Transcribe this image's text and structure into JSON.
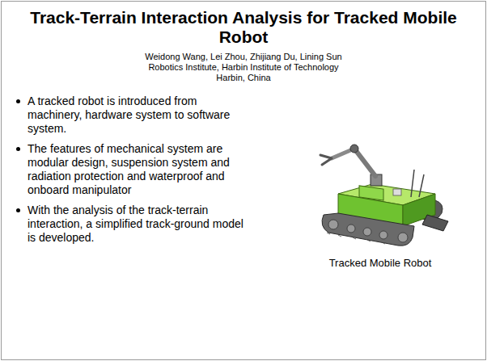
{
  "diagram": {
    "title": "Track-Terrain Interaction Analysis for Tracked Mobile Robot",
    "caption": "Tracked Mobile Robot",
    "labels": [
      "Weidong Wang, Lei Zhou, Zhijiang Du, Lining Sun",
      "Robotics Institute, Harbin Institute of Technology",
      "Harbin, China",
      "A tracked robot is introduced from machinery, hardware system to software system.",
      "The features of mechanical system are modular design, suspension system and radiation protection and waterproof and onboard manipulator",
      "With the analysis of the track-terrain interaction, a simplified track-ground model is developed."
    ]
  }
}
